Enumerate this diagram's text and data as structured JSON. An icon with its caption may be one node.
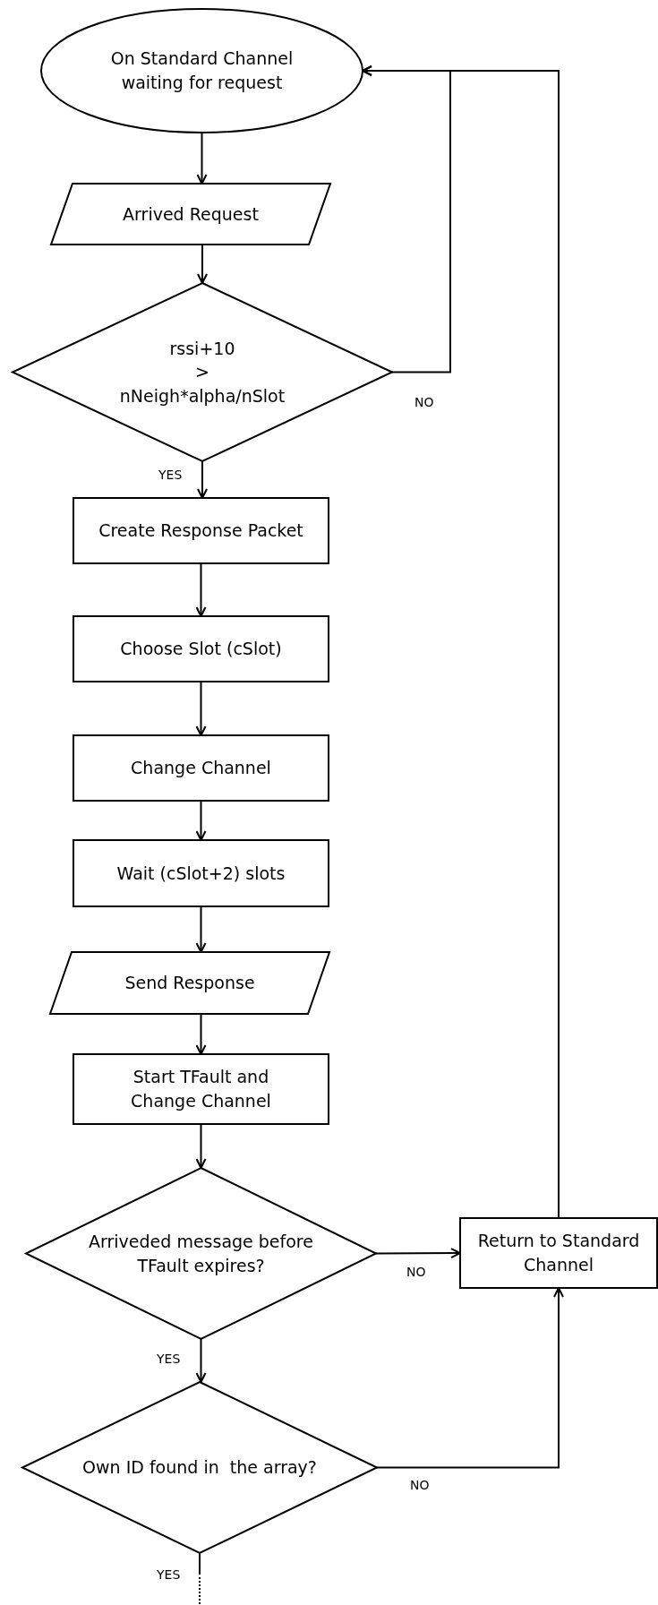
{
  "diagram": {
    "nodes": [
      {
        "text": [
          "On Standard Channel waiting for request"
        ]
      },
      {
        "text": [
          "Arrived Request"
        ]
      },
      {
        "text": [
          "rssi+10 > nNeigh*alpha/nSlot"
        ]
      },
      {
        "text": [
          "Create Response Packet"
        ]
      },
      {
        "text": [
          "Choose Slot (cSlot)"
        ]
      },
      {
        "text": [
          "Change Channel"
        ]
      },
      {
        "text": [
          "Wait (cSlot+2) slots"
        ]
      },
      {
        "text": [
          "Send Response"
        ]
      },
      {
        "text": [
          "Start TFault and Change Channel"
        ]
      },
      {
        "text": [
          "Arriveded message before TFault expires?"
        ]
      },
      {
        "text": [
          "Return to Standard Channel"
        ]
      },
      {
        "text": [
          "Own ID found in  the array?"
        ]
      }
    ],
    "edges": [
      {
        "from": 0,
        "to": 1,
        "arrow": "to"
      },
      {
        "from": 1,
        "to": 2,
        "arrow": "to"
      },
      {
        "from": 2,
        "to": 0,
        "arrow": "to",
        "label": "NO"
      },
      {
        "from": 2,
        "to": 3,
        "arrow": "to",
        "label": "YES"
      },
      {
        "from": 3,
        "to": 4,
        "arrow": "to"
      },
      {
        "from": 4,
        "to": 5,
        "arrow": "to"
      },
      {
        "from": 5,
        "to": 6,
        "arrow": "to"
      },
      {
        "from": 6,
        "to": 7,
        "arrow": "to"
      },
      {
        "from": 7,
        "to": 8,
        "arrow": "to"
      },
      {
        "from": 8,
        "to": 9,
        "arrow": "to"
      },
      {
        "from": 9,
        "to": 10,
        "arrow": "to",
        "label": "NO"
      },
      {
        "from": 9,
        "to": 11,
        "arrow": "to",
        "label": "YES"
      },
      {
        "from": 11,
        "to": 10,
        "arrow": "to",
        "label": "NO"
      },
      {
        "from": 10,
        "to": 0,
        "arrow": "to"
      },
      {
        "from": 11,
        "to": null,
        "arrow": "none",
        "label": "YES",
        "style": "dashed"
      }
    ]
  }
}
